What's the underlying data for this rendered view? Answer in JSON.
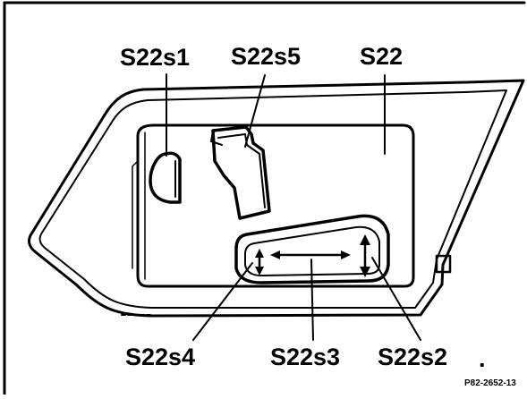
{
  "diagram": {
    "labels": {
      "s22s1": "S22s1",
      "s22s5": "S22s5",
      "s22": "S22",
      "s22s4": "S22s4",
      "s22s3": "S22s3",
      "s22s2": "S22s2",
      "s22s2_trailing_mark": "."
    },
    "reference_code": "P82-2652-13"
  }
}
